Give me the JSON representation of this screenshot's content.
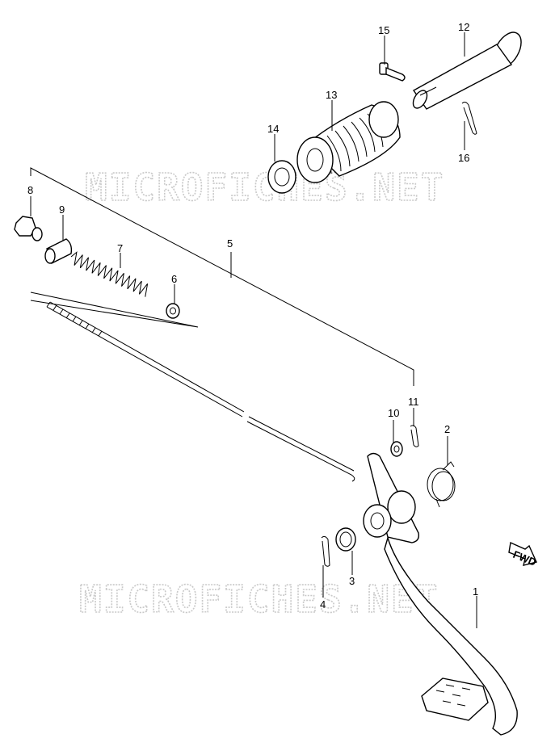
{
  "watermark": "MICROFICHES.NET",
  "fwd_label": "FWD",
  "callouts": [
    {
      "id": "n1",
      "label": "1"
    },
    {
      "id": "n2",
      "label": "2"
    },
    {
      "id": "n3",
      "label": "3"
    },
    {
      "id": "n4",
      "label": "4"
    },
    {
      "id": "n5",
      "label": "5"
    },
    {
      "id": "n6",
      "label": "6"
    },
    {
      "id": "n7",
      "label": "7"
    },
    {
      "id": "n8",
      "label": "8"
    },
    {
      "id": "n9",
      "label": "9"
    },
    {
      "id": "n10",
      "label": "10"
    },
    {
      "id": "n11",
      "label": "11"
    },
    {
      "id": "n12",
      "label": "12"
    },
    {
      "id": "n13",
      "label": "13"
    },
    {
      "id": "n14",
      "label": "14"
    },
    {
      "id": "n15",
      "label": "15"
    },
    {
      "id": "n16",
      "label": "16"
    }
  ]
}
